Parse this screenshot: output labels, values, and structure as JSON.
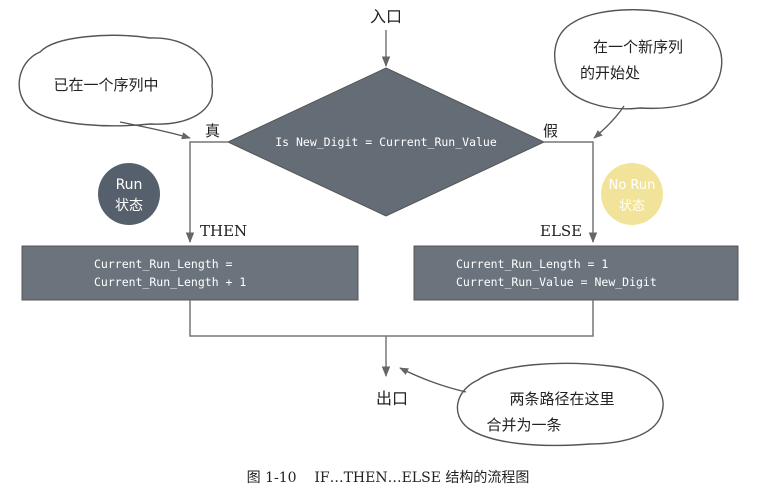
{
  "entry_label": "入口",
  "exit_label": "出口",
  "decision": {
    "condition": "Is New_Digit = Current_Run_Value",
    "true_label": "真",
    "false_label": "假"
  },
  "then_branch": {
    "label": "THEN",
    "line1": "Current_Run_Length =",
    "line2": "Current_Run_Length + 1"
  },
  "else_branch": {
    "label": "ELSE",
    "line1": "Current_Run_Length = 1",
    "line2": "Current_Run_Value = New_Digit"
  },
  "states": {
    "run": {
      "line1": "Run",
      "line2": "状态",
      "color": "#56606c"
    },
    "no_run": {
      "line1": "No Run",
      "line2": "状态",
      "color": "#f1e49a"
    }
  },
  "callouts": {
    "in_sequence": "已在一个序列中",
    "new_sequence_line1": "在一个新序列",
    "new_sequence_line2": "的开始处",
    "merge_line1": "两条路径在这里",
    "merge_line2": "合并为一条"
  },
  "caption": "图 1-10    IF…THEN…ELSE 结构的流程图",
  "colors": {
    "box_fill": "#6b737c",
    "diamond_fill": "#646c75",
    "line": "#777777",
    "cloud_fill": "#ffffff"
  }
}
